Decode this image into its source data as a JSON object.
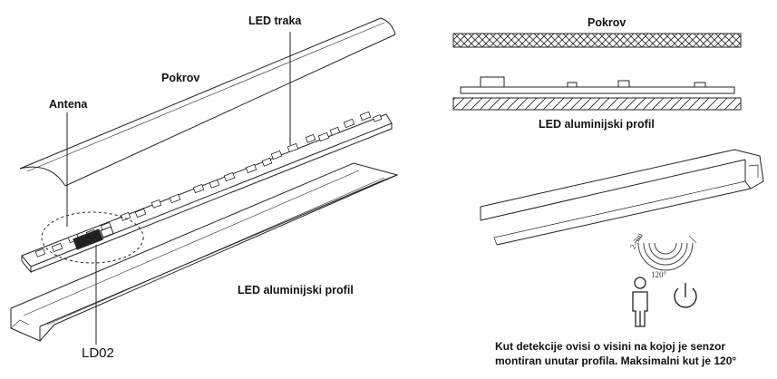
{
  "labels": {
    "led_strip": "LED traka",
    "cover_left": "Pokrov",
    "antenna": "Antena",
    "profile_left": "LED aluminijski profil",
    "model": "LD02",
    "cover_right": "Pokrov",
    "profile_right": "LED aluminijski profil",
    "range": "2-3m",
    "angle": "120°"
  },
  "caption": {
    "line1": "Kut detekcije ovisi o visini na kojoj je senzor",
    "line2": "montiran unutar profila. Maksimalni kut je 120°"
  },
  "icons": {
    "person": "person-icon",
    "power": "power-icon",
    "motion": "motion-waves-icon"
  },
  "colors": {
    "line": "#222222",
    "text": "#111111"
  }
}
